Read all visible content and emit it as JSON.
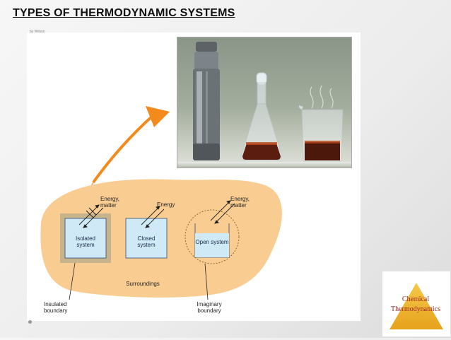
{
  "slide": {
    "title": "TYPES OF THERMODYNAMIC SYSTEMS",
    "caption": "by Wilson"
  },
  "diagram": {
    "labels": {
      "isolated_arrow": "Energy, matter",
      "closed_arrow": "Energy",
      "open_arrow": "Energy, matter",
      "isolated_system": "Isolated system",
      "closed_system": "Closed system",
      "open_system": "Open system",
      "surroundings": "Surroundings",
      "insulated_boundary": "Insulated boundary",
      "imaginary_boundary": "Imaginary boundary"
    },
    "colors": {
      "surroundings_blob": "#f9cd92",
      "water": "#cfe9f7",
      "insulation": "#c8b48c",
      "arrow_orange": "#f28a1c"
    }
  },
  "photo": {
    "items": [
      "thermos-flask",
      "stoppered-flask",
      "open-beaker"
    ]
  },
  "brand": {
    "line1": "Chemical",
    "line2": "Thermodynamics",
    "color": "#a0281e"
  }
}
